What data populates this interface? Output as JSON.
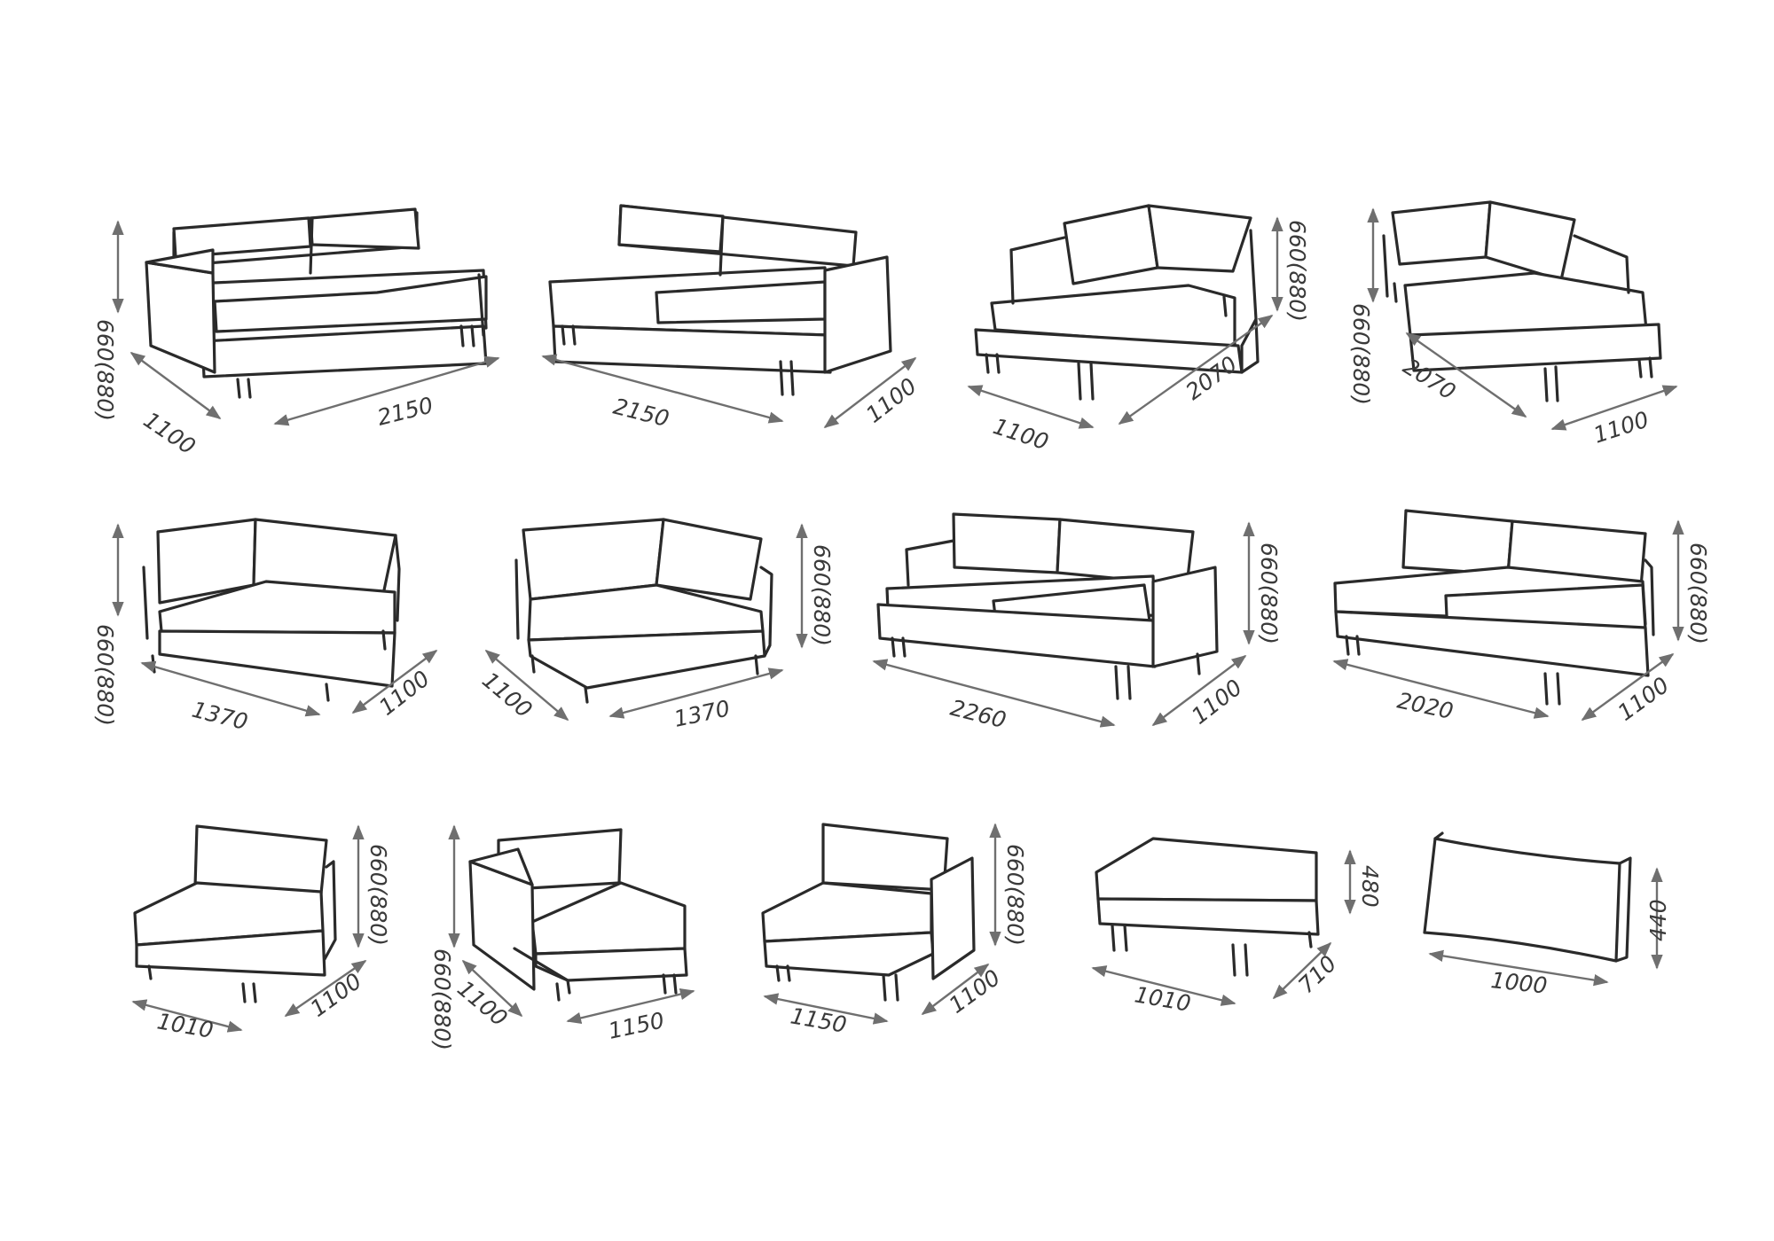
{
  "arrow_color": "#6f6f6f",
  "line_color": "#2a2a2a",
  "modules": [
    {
      "id": "m1",
      "icon": "left-arm-two-seat-sofa-icon",
      "dims": [
        "1100",
        "2150",
        "660(880)"
      ]
    },
    {
      "id": "m2",
      "icon": "right-arm-two-seat-sofa-icon",
      "dims": [
        "2150",
        "1100"
      ]
    },
    {
      "id": "m3",
      "icon": "right-chaise-longue-icon",
      "dims": [
        "1100",
        "2070",
        "660(880)"
      ]
    },
    {
      "id": "m4",
      "icon": "left-chaise-longue-icon",
      "dims": [
        "2070",
        "1100",
        "660(880)"
      ]
    },
    {
      "id": "m5",
      "icon": "corner-module-left-icon",
      "dims": [
        "1370",
        "1100",
        "660(880)"
      ]
    },
    {
      "id": "m6",
      "icon": "corner-module-right-icon",
      "dims": [
        "1100",
        "1370",
        "660(880)"
      ]
    },
    {
      "id": "m7",
      "icon": "two-arm-two-seat-sofa-icon",
      "dims": [
        "2260",
        "1100",
        "660(880)"
      ]
    },
    {
      "id": "m8",
      "icon": "armless-two-seat-sofa-icon",
      "dims": [
        "2020",
        "1100",
        "660(880)"
      ]
    },
    {
      "id": "m9",
      "icon": "armless-single-module-icon",
      "dims": [
        "1010",
        "1100",
        "660(880)"
      ]
    },
    {
      "id": "m10",
      "icon": "left-arm-single-module-icon",
      "dims": [
        "1100",
        "1150",
        "660(880)"
      ]
    },
    {
      "id": "m11",
      "icon": "right-arm-single-module-icon",
      "dims": [
        "1150",
        "1100",
        "660(880)"
      ]
    },
    {
      "id": "m12",
      "icon": "ottoman-icon",
      "dims": [
        "1010",
        "710",
        "480"
      ]
    },
    {
      "id": "m13",
      "icon": "back-cushion-icon",
      "dims": [
        "1000",
        "440"
      ]
    }
  ]
}
